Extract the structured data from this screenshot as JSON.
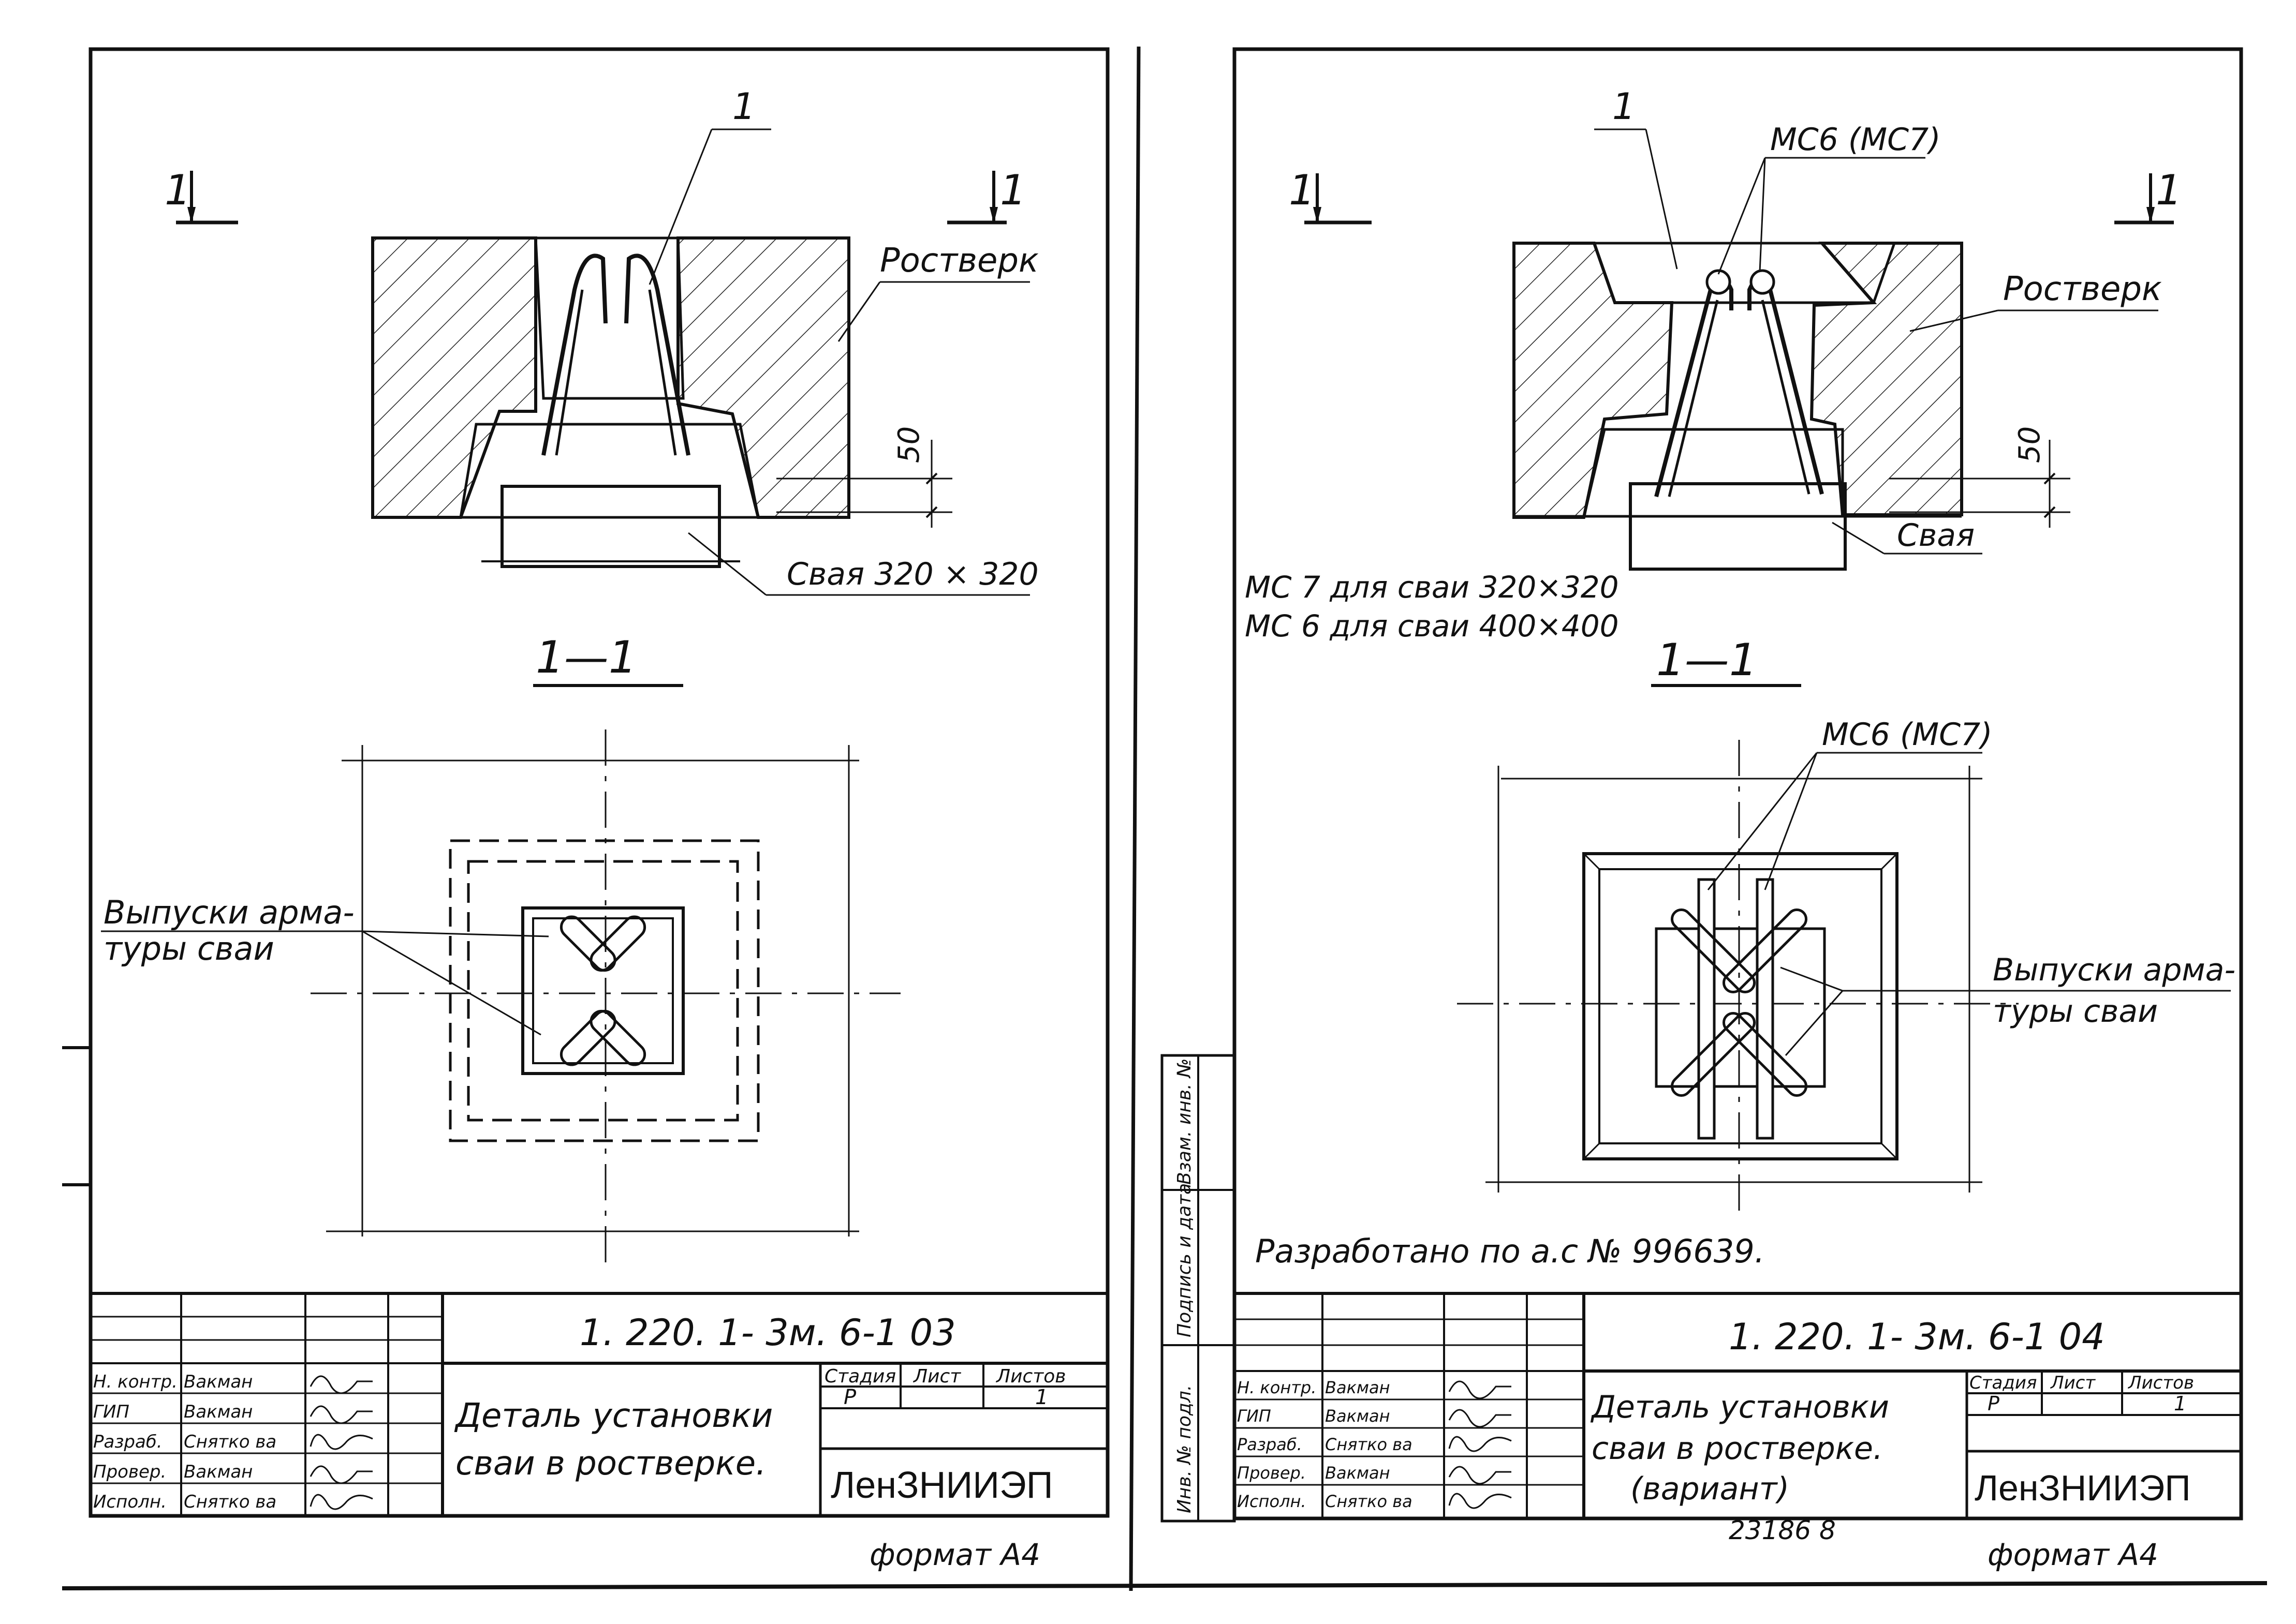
{
  "sheets": [
    {
      "section_mark": "1",
      "section_title": "1—1",
      "callouts": {
        "item": "1",
        "grillage": "Ростверк",
        "pile": "Свая 320 × 320",
        "dimension": "50",
        "rebar_outlets_line1": "Выпуски арма-",
        "rebar_outlets_line2": "туры сваи"
      },
      "title_block": {
        "code": "1. 220. 1- 3м.   6-1  03",
        "title_line1": "Деталь установки",
        "title_line2": "сваи в ростверке.",
        "organization": "ЛенЗНИИЭП",
        "stage_header": "Стадия",
        "sheet_header": "Лист",
        "sheets_header": "Листов",
        "stage": "Р",
        "sheets": "1",
        "roles": [
          "Н. контр.",
          "ГИП",
          "Разраб.",
          "Провер.",
          "Исполн."
        ],
        "names": [
          "Вакман",
          "Вакман",
          "Снятко ва",
          "Вакман",
          "Снятко ва"
        ]
      },
      "format": "формат А4"
    },
    {
      "section_mark": "1",
      "section_title": "1—1",
      "callouts": {
        "item": "1",
        "mark_top": "МС6 (МС7)",
        "grillage": "Ростверк",
        "dimension": "50",
        "pile": "Свая",
        "note_line1": "МС 7 для сваи 320×320",
        "note_line2": "МС 6 для сваи 400×400",
        "mark_plan": "МС6 (МС7)",
        "rebar_outlets_line1": "Выпуски арма-",
        "rebar_outlets_line2": "туры сваи",
        "developed": "Разработано по а.с № 996639."
      },
      "title_block": {
        "code": "1. 220. 1- 3м.   6-1  04",
        "title_line1": "Деталь установки",
        "title_line2": "сваи в ростверке.",
        "title_line3": "(вариант)",
        "organization": "ЛенЗНИИЭП",
        "stage_header": "Стадия",
        "sheet_header": "Лист",
        "sheets_header": "Листов",
        "stage": "Р",
        "sheets": "1",
        "roles": [
          "Н. контр.",
          "ГИП",
          "Разраб.",
          "Провер.",
          "Исполн."
        ],
        "names": [
          "Вакман",
          "Вакман",
          "Снятко ва",
          "Вакман",
          "Снятко ва"
        ]
      },
      "archive_no": "23186     8",
      "format": "формат А4",
      "side_stamp": [
        "Инв. № подл.",
        "Подпись и дата",
        "Взам. инв. №"
      ]
    }
  ]
}
